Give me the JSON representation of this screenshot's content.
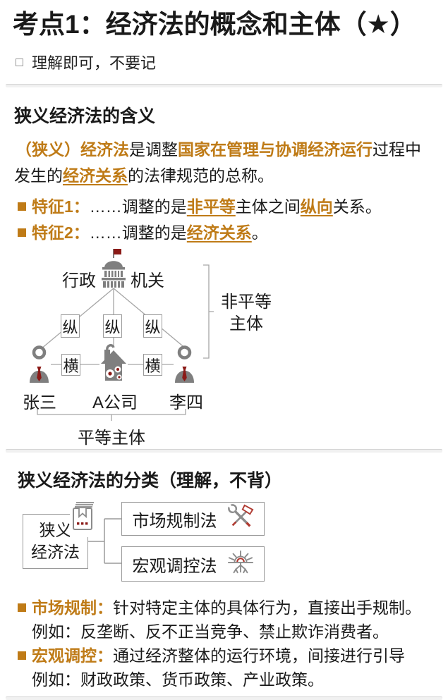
{
  "page": {
    "title": "考点1：经济法的概念和主体（★）",
    "note": "理解即可，不要记"
  },
  "colors": {
    "accent_orange": "#BF7B17",
    "dark_red": "#8B1A17",
    "icon_gray": "#7F7F7F",
    "connector_gray": "#A6A6A6"
  },
  "section1": {
    "heading": "狭义经济法的含义",
    "definition": {
      "term": "（狭义）经济法",
      "plain1": "是调整",
      "highlight1": "国家在管理与协调经济运行",
      "plain2": "过程中发生的",
      "highlight2": "经济关系",
      "plain3": "的法律规范的总称。"
    },
    "feature1": {
      "label": "特征1：",
      "text1": "……调整的是",
      "highlight1": "非平等",
      "text2": "主体之间",
      "highlight2": "纵向",
      "text3": "关系。"
    },
    "feature2": {
      "label": "特征2：",
      "text1": "……调整的是",
      "highlight1": "经济关系",
      "text2": "。"
    },
    "diagram": {
      "org_label_left": "行政",
      "org_label_right": "机关",
      "vertical_label": "纵",
      "horizontal_label": "横",
      "person_left": "张三",
      "company": "A公司",
      "person_right": "李四",
      "equal_label": "平等主体",
      "unequal_line1": "非平等",
      "unequal_line2": "主体"
    }
  },
  "section2": {
    "heading": "狭义经济法的分类（理解，不背）",
    "tree": {
      "root_line1": "狭义",
      "root_line2": "经济法",
      "branch1": "市场规制法",
      "branch2": "宏观调控法"
    },
    "bullet1": {
      "label": "市场规制：",
      "text": "针对特定主体的具体行为，直接出手规制。",
      "example": "例如：反垄断、反不正当竞争、禁止欺诈消费者。"
    },
    "bullet2": {
      "label": "宏观调控：",
      "text": "通过经济整体的运行环境，间接进行引导",
      "example": "例如：财政政策、货币政策、产业政策。"
    }
  }
}
